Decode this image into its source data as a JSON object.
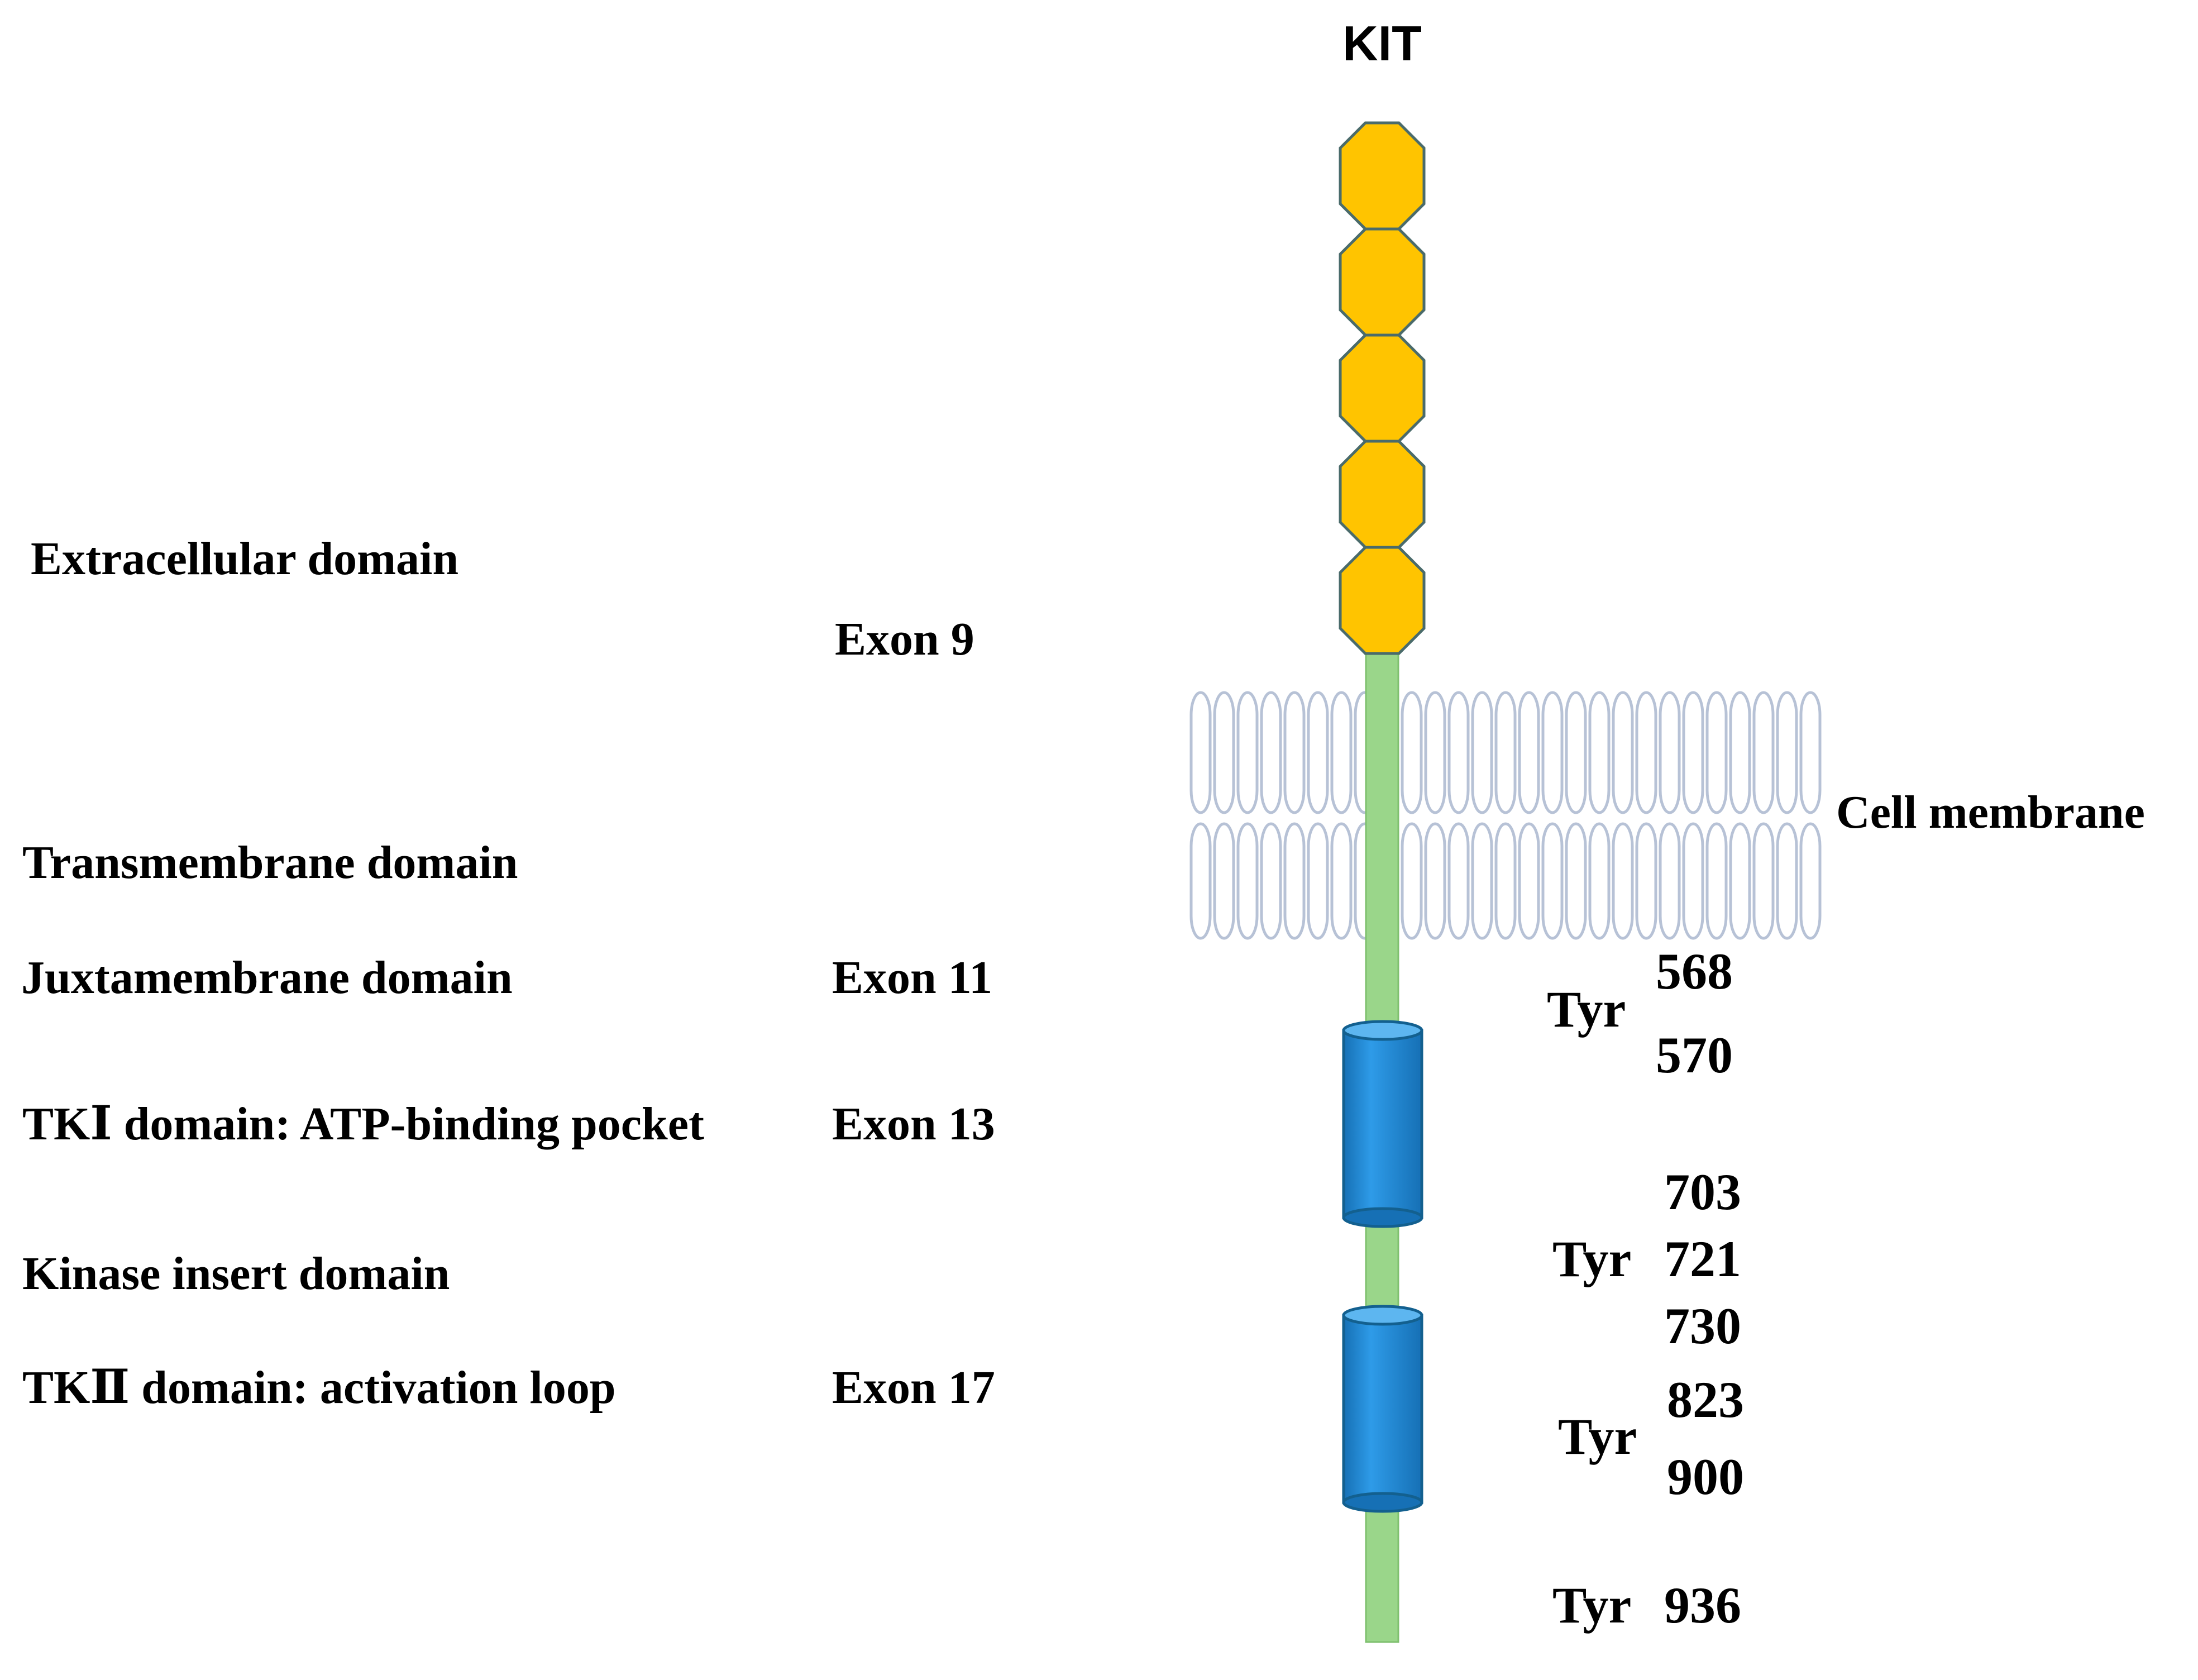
{
  "protein_name": "KIT",
  "domains": {
    "extracellular": "Extracellular domain",
    "transmembrane": "Transmembrane domain",
    "juxtamembrane": "Juxtamembrane domain",
    "tk1": "TKⅠ domain: ATP-binding pocket",
    "kinase_insert": "Kinase insert domain",
    "tk2": "TKⅡ domain: activation loop"
  },
  "exons": {
    "exon9": "Exon 9",
    "exon11": "Exon 11",
    "exon13": "Exon 13",
    "exon17": "Exon 17"
  },
  "membrane_label": "Cell membrane",
  "tyrosine_sites": {
    "group1": {
      "label": "Tyr",
      "residues": [
        "568",
        "570"
      ]
    },
    "group2": {
      "label": "Tyr",
      "residues": [
        "703",
        "721",
        "730"
      ]
    },
    "group3": {
      "label": "Tyr",
      "residues": [
        "823",
        "900"
      ]
    },
    "group4": {
      "label": "Tyr",
      "residues": [
        "936"
      ]
    }
  },
  "colors": {
    "ig_domain_fill": "#FFC400",
    "ig_domain_stroke": "#4A6B6B",
    "backbone": "#9AD68A",
    "kinase_fill": "#1E88D6",
    "kinase_stroke": "#13608F",
    "membrane": "#B7C2D6"
  }
}
